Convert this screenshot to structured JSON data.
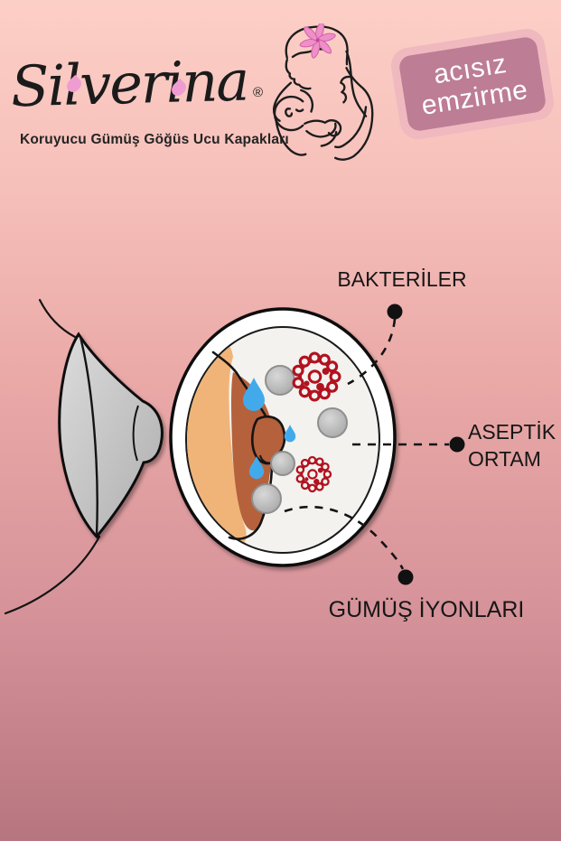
{
  "background": {
    "gradient_top": "#fccfc6",
    "gradient_mid": "#eaa9a7",
    "gradient_bottom": "#b7747f"
  },
  "brand": {
    "logo_text": "Silverina",
    "registered_mark": "®",
    "tagline": "Koruyucu Gümüş Göğüs Ucu Kapakları",
    "logo_droplet_color": "#ef9cd2",
    "logo_text_color": "#1b1b1b"
  },
  "badge": {
    "line1": "acısız",
    "line2": "emzirme",
    "outer_color": "#efb9bf",
    "inner_color": "#bd7d95",
    "text_color": "#ffffff"
  },
  "diagram": {
    "labels": {
      "bacteria": "BAKTERİLER",
      "aseptic_line1": "ASEPTİK",
      "aseptic_line2": "ORTAM",
      "silver_ions": "GÜMÜŞ İYONLARI"
    },
    "colors": {
      "outline": "#141414",
      "cap_gray_light": "#dcdcdc",
      "cap_gray_dark": "#aeaeae",
      "shell_white": "#ffffff",
      "shell_interior": "#f3f2ef",
      "skin_tan": "#f0b478",
      "areola_brown": "#b4613c",
      "droplet_blue": "#42aaeb",
      "ion_gray": "#bdbdbd",
      "virus_red": "#b2121f",
      "label_text": "#161616"
    }
  },
  "icons": {
    "logo_art": "mother-breastfeeding-icon",
    "logo_dots": "pink-droplet-icon",
    "flower": "lily-flower-icon",
    "left_figure": "nipple-shield-side-icon",
    "right_figure": "breast-cross-section-icon",
    "milk": "water-droplet-icon",
    "ions": "silver-ion-circle-icon",
    "germs": "bacteria-virus-icon",
    "callouts": "dashed-connector-with-dot"
  }
}
